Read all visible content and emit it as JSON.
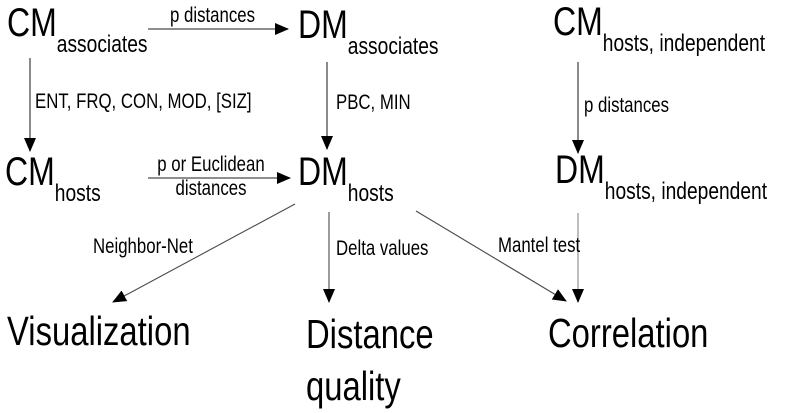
{
  "diagram": {
    "background": "#ffffff",
    "colors": {
      "text": "#000000",
      "line": "#4a4a4a",
      "arrowhead": "#000000"
    },
    "nodes": {
      "cm_associates": {
        "main": "CM",
        "sub": "associates"
      },
      "dm_associates": {
        "main": "DM",
        "sub": "associates"
      },
      "cm_hosts_independent": {
        "main": "CM",
        "sub": "hosts, independent"
      },
      "cm_hosts": {
        "main": "CM",
        "sub": "hosts"
      },
      "dm_hosts": {
        "main": "DM",
        "sub": "hosts"
      },
      "dm_hosts_independent": {
        "main": "DM",
        "sub": "hosts, independent"
      },
      "visualization": {
        "label": "Visualization"
      },
      "distance_quality": {
        "label": "Distance quality"
      },
      "correlation": {
        "label": "Correlation"
      }
    },
    "edges": {
      "e1": {
        "from": "cm_associates",
        "to": "dm_associates",
        "label": "p distances"
      },
      "e2": {
        "from": "cm_associates",
        "to": "cm_hosts",
        "label": "ENT, FRQ, CON, MOD, [SIZ]"
      },
      "e3": {
        "from": "dm_associates",
        "to": "dm_hosts",
        "label": "PBC, MIN"
      },
      "e4": {
        "from": "cm_hosts_independent",
        "to": "dm_hosts_independent",
        "label": "p distances"
      },
      "e5": {
        "from": "cm_hosts",
        "to": "dm_hosts",
        "label": "p or Euclidean distances"
      },
      "e6": {
        "from": "dm_hosts",
        "to": "visualization",
        "label": "Neighbor-Net"
      },
      "e7": {
        "from": "dm_hosts",
        "to": "distance_quality",
        "label": "Delta values"
      },
      "e8": {
        "from": "dm_hosts",
        "to": "correlation",
        "label": "Mantel test"
      },
      "e9": {
        "from": "dm_hosts_independent",
        "to": "correlation",
        "label": ""
      }
    }
  }
}
